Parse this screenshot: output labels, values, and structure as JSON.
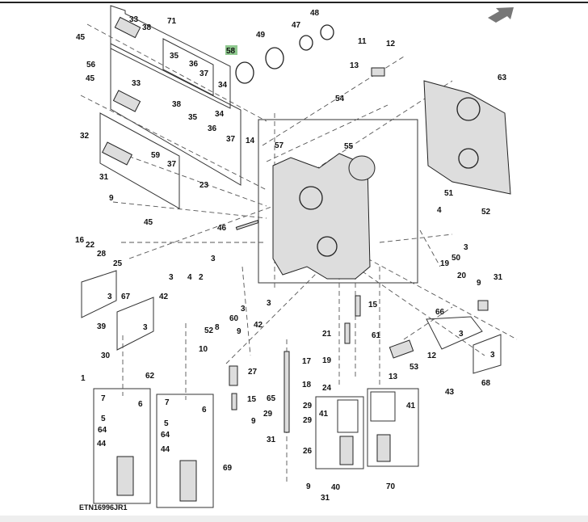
{
  "diagram": {
    "figure_id": "ETN16996JR1",
    "highlighted_callout": "58",
    "highlight_color": "#8fc98f",
    "direction_arrow_icon": "arrow-up-right-icon",
    "callouts": [
      "45",
      "33",
      "38",
      "71",
      "58",
      "49",
      "47",
      "48",
      "35",
      "36",
      "37",
      "34",
      "56",
      "45",
      "33",
      "38",
      "35",
      "34",
      "36",
      "37",
      "14",
      "57",
      "32",
      "59",
      "37",
      "23",
      "31",
      "9",
      "45",
      "46",
      "16",
      "22",
      "28",
      "25",
      "3",
      "4",
      "2",
      "42",
      "3",
      "3",
      "39",
      "67",
      "3",
      "52",
      "8",
      "60",
      "42",
      "3",
      "3",
      "9",
      "10",
      "30",
      "1",
      "62",
      "27",
      "15",
      "65",
      "29",
      "9",
      "31",
      "7",
      "6",
      "5",
      "64",
      "44",
      "7",
      "6",
      "5",
      "64",
      "44",
      "69",
      "11",
      "12",
      "13",
      "54",
      "55",
      "63",
      "51",
      "52",
      "4",
      "3",
      "50",
      "19",
      "20",
      "9",
      "31",
      "15",
      "21",
      "61",
      "17",
      "19",
      "24",
      "18",
      "29",
      "29",
      "41",
      "26",
      "9",
      "31",
      "40",
      "41",
      "70",
      "66",
      "3",
      "12",
      "53",
      "13",
      "43",
      "3",
      "68"
    ]
  }
}
